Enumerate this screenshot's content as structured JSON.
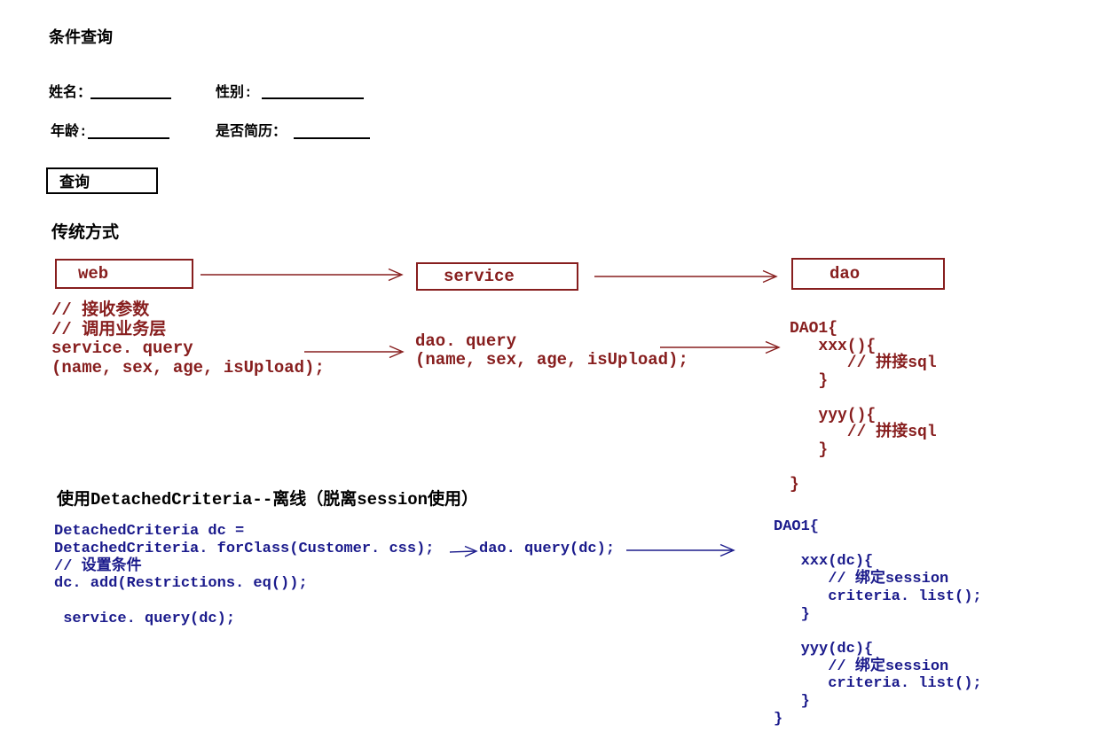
{
  "colors": {
    "diagram_red": "#871e1e",
    "code_blue": "#1b1b8c",
    "text_black": "#000000"
  },
  "title": "条件查询",
  "form": {
    "name_label": "姓名：",
    "gender_label": "性别:",
    "age_label": "年龄:",
    "resume_label": "是否简历：",
    "query_button": "查询"
  },
  "traditional": {
    "heading": "传统方式",
    "boxes": {
      "web": "web",
      "service": "service",
      "dao": "dao"
    },
    "web_code": "// 接收参数\n// 调用业务层\nservice. query\n(name, sex, age, isUpload);",
    "service_code": "dao. query\n(name, sex, age, isUpload);",
    "dao_code": "DAO1{\n   xxx(){\n      // 拼接sql\n   }\n\n   yyy(){\n      // 拼接sql\n   }\n\n}"
  },
  "detached": {
    "heading": "使用DetachedCriteria--离线（脱离session使用）",
    "client_code": "DetachedCriteria dc =\nDetachedCriteria. forClass(Customer. css);\n// 设置条件\ndc. add(Restrictions. eq());\n\n service. query(dc);",
    "service_code": "dao. query(dc);",
    "dao_code": "DAO1{\n\n   xxx(dc){\n      // 绑定session\n      criteria. list();\n   }\n\n   yyy(dc){\n      // 绑定session\n      criteria. list();\n   }\n}"
  }
}
